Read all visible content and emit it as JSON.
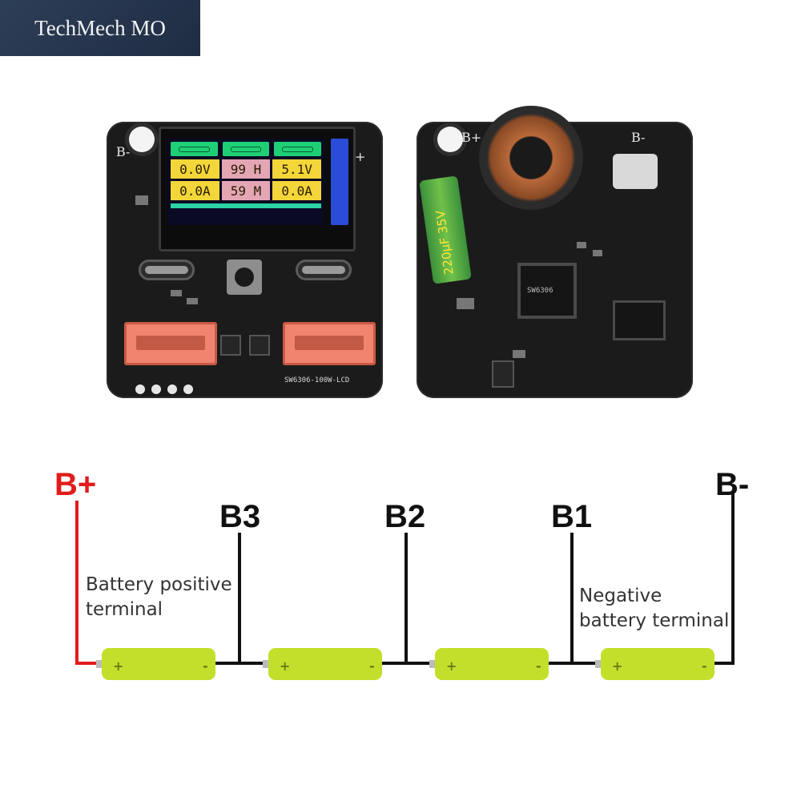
{
  "watermark": {
    "text": "TechMech MO"
  },
  "board_left": {
    "corner_minus": "B-",
    "corner_plus": "+",
    "model": "SW6306-100W-LCD",
    "lcd": {
      "row1": [
        "0.0V",
        "99 H",
        "5.1V"
      ],
      "row2": [
        "0.0A",
        "59 M",
        "0.0A"
      ]
    }
  },
  "board_right": {
    "corner_plus": "B+",
    "corner_minus": "B-",
    "capacitor_label": "220μF 35V",
    "chip_label": "SW6306"
  },
  "diagram": {
    "terminals": {
      "b_plus": "B+",
      "b3": "B3",
      "b2": "B2",
      "b1": "B1",
      "b_minus": "B-"
    },
    "note_positive_line1": "Battery positive",
    "note_positive_line2": "terminal",
    "note_negative_line1": "Negative",
    "note_negative_line2": "battery terminal",
    "cell_plus": "+",
    "cell_minus": "-",
    "colors": {
      "positive_wire": "#e21b1b",
      "wire": "#111111",
      "cell": "#c3df2b"
    }
  }
}
